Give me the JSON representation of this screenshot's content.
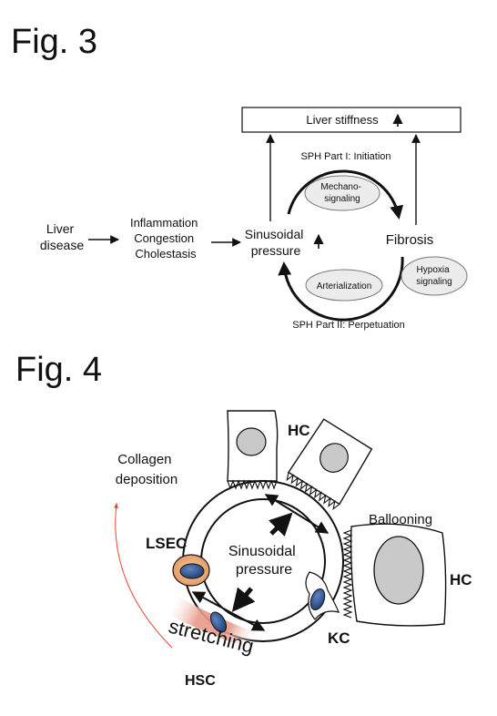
{
  "fig3": {
    "label": "Fig. 3",
    "liver_stiffness": "Liver stiffness",
    "part1": "SPH Part I: Initiation",
    "part2": "SPH Part II: Perpetuation",
    "liver_disease": [
      "Liver",
      "disease"
    ],
    "causes": [
      "Inflammation",
      "Congestion",
      "Cholestasis"
    ],
    "sinusoidal_pressure": [
      "Sinusoidal",
      "pressure"
    ],
    "fibrosis": "Fibrosis",
    "mechano": [
      "Mechano-",
      "signaling"
    ],
    "hypoxia": [
      "Hypoxia",
      "signaling"
    ],
    "arterialization": "Arterialization"
  },
  "fig4": {
    "label": "Fig. 4",
    "collagen": [
      "Collagen",
      "deposition"
    ],
    "hc_top": "HC",
    "ballooning": "Ballooning",
    "hc_right": "HC",
    "lsec": "LSEC",
    "sinusoidal_pressure": [
      "Sinusoidal",
      "pressure"
    ],
    "kc": "KC",
    "stretching": "stretching",
    "hsc": "HSC"
  },
  "colors": {
    "ink": "#111111",
    "node_fill": "#ececec",
    "nucleus": "#c9c9c9",
    "lsec_body": "#f3b98a",
    "cell_nucleus_blue": "#2a4f86",
    "collagen_arrow": "#e8442e",
    "hsc_gradient": "#e89a88"
  }
}
